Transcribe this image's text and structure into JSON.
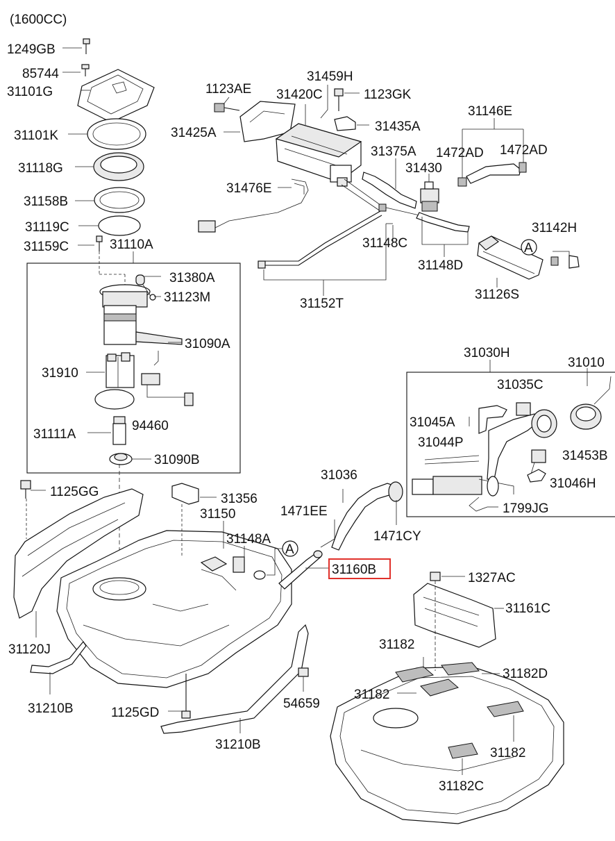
{
  "header": {
    "variant": "(1600CC)"
  },
  "highlight": {
    "part": "31160B",
    "color": "#e0302a"
  },
  "ref_markers": {
    "a1": "A",
    "a2": "A"
  },
  "labels": {
    "p1249GB": "1249GB",
    "p85744": "85744",
    "p31101G": "31101G",
    "p31101K": "31101K",
    "p31118G": "31118G",
    "p31158B": "31158B",
    "p31119C": "31119C",
    "p31159C": "31159C",
    "p31110A": "31110A",
    "p31380A": "31380A",
    "p31123M": "31123M",
    "p31090A": "31090A",
    "p31910": "31910",
    "p94460": "94460",
    "p31111A": "31111A",
    "p31090B": "31090B",
    "p1123AE": "1123AE",
    "p31420C": "31420C",
    "p31459H": "31459H",
    "p1123GK": "1123GK",
    "p31425A": "31425A",
    "p31435A": "31435A",
    "p31146E": "31146E",
    "p31375A": "31375A",
    "p1472AD_1": "1472AD",
    "p1472AD_2": "1472AD",
    "p31430": "31430",
    "p31476E": "31476E",
    "p31142H": "31142H",
    "p31148C": "31148C",
    "p31148D": "31148D",
    "p31126S": "31126S",
    "p31152T": "31152T",
    "p31030H": "31030H",
    "p31010": "31010",
    "p31035C": "31035C",
    "p31045A": "31045A",
    "p31044P": "31044P",
    "p31453B": "31453B",
    "p31046H": "31046H",
    "p1799JG": "1799JG",
    "p31036": "31036",
    "p1125GG": "1125GG",
    "p31356": "31356",
    "p31150": "31150",
    "p1471EE": "1471EE",
    "p1471CY": "1471CY",
    "p31148A": "31148A",
    "p31160B": "31160B",
    "p1327AC": "1327AC",
    "p31161C": "31161C",
    "p31120J": "31120J",
    "p31182_1": "31182",
    "p31182D": "31182D",
    "p31182_2": "31182",
    "p31210B_1": "31210B",
    "p1125GD": "1125GD",
    "p54659": "54659",
    "p31210B_2": "31210B",
    "p31182_3": "31182",
    "p31182C": "31182C"
  }
}
